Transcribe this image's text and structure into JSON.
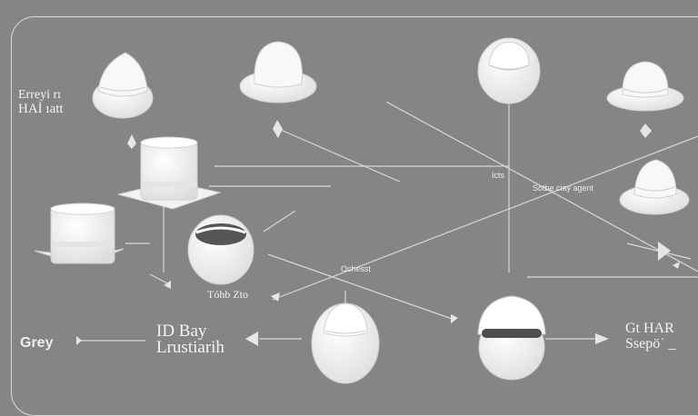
{
  "labels": {
    "title_line1": "Erreyi rı",
    "title_line2": "HAİ ıatt",
    "grey": "Grey",
    "center_top": "Icts",
    "center_right": "Sotbe ciay agent",
    "center_mid": "Ochesst",
    "bottom_mid": "Tóhb Zto",
    "id_line1": "ID Bay",
    "id_line2": "Lrustiarih",
    "right_line1": "Gt HAR",
    "right_line2": "Ssepö˙ _"
  },
  "colors": {
    "background": "#858585",
    "line": "#d8d8d8",
    "hat_fill": "#f7f7f7",
    "hat_shade": "#e2e2e2"
  },
  "icons": [
    "fedora-hat-icon",
    "bowler-hat-icon",
    "top-hat-icon",
    "cap-icon"
  ]
}
